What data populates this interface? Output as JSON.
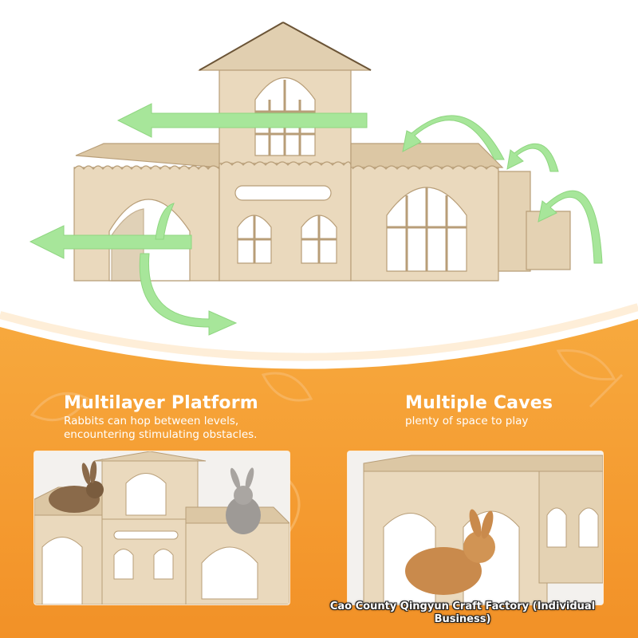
{
  "colors": {
    "orange": "#f39a2c",
    "arrow_green": "#a7e69a",
    "wood": "#ead9bd",
    "wood_edge": "#b89e78"
  },
  "left_feature": {
    "title": "Multilayer Platform",
    "lines": [
      "Rabbits can hop between levels,",
      "encountering stimulating obstacles."
    ]
  },
  "right_feature": {
    "title": "Multiple Caves",
    "lines": [
      "plenty of space to play"
    ]
  },
  "watermark": {
    "lines": [
      "Cao County Qingyun Craft Factory (Individual",
      "Business)"
    ]
  }
}
